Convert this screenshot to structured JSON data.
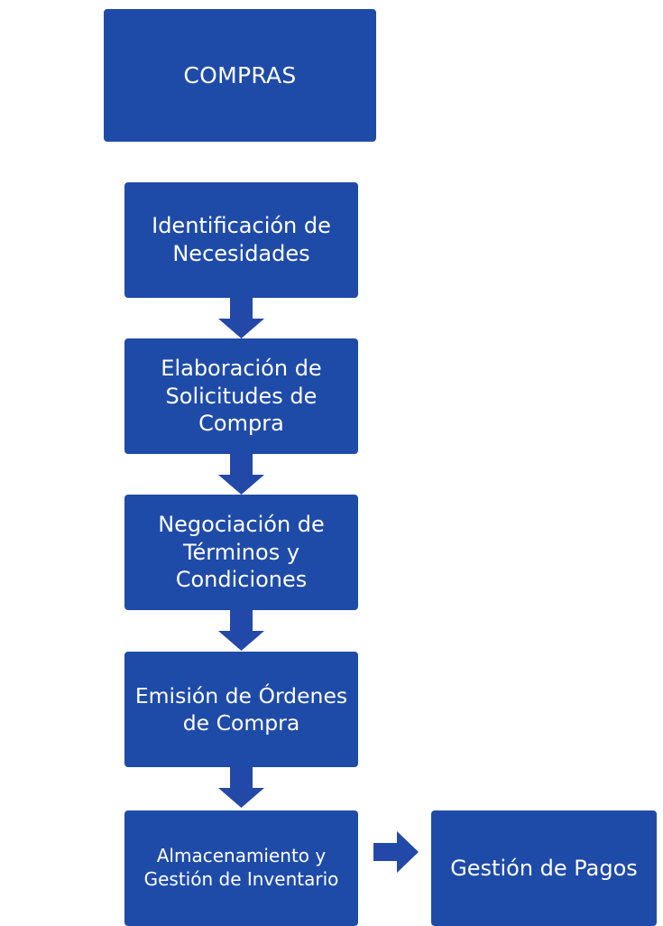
{
  "diagram": {
    "title_node": {
      "label": "COMPRAS"
    },
    "steps": [
      {
        "label": "Identificación de\nNecesidades"
      },
      {
        "label": "Elaboración de\nSolicitudes de\nCompra"
      },
      {
        "label": "Negociación de\nTérminos y\nCondiciones"
      },
      {
        "label": "Emisión de Órdenes\nde Compra"
      },
      {
        "label": "Almacenamiento y\nGestión de Inventario"
      }
    ],
    "side_node": {
      "label": "Gestión de Pagos"
    },
    "connectors": [
      {
        "name": "arrow-down-1",
        "direction": "down"
      },
      {
        "name": "arrow-down-2",
        "direction": "down"
      },
      {
        "name": "arrow-down-3",
        "direction": "down"
      },
      {
        "name": "arrow-down-4",
        "direction": "down"
      },
      {
        "name": "arrow-right-1",
        "direction": "right"
      }
    ],
    "colors": {
      "node_fill": "#1F4BA8",
      "node_text": "#FFFFFF",
      "arrow_fill": "#2248A8",
      "background": "#FFFFFF"
    }
  }
}
